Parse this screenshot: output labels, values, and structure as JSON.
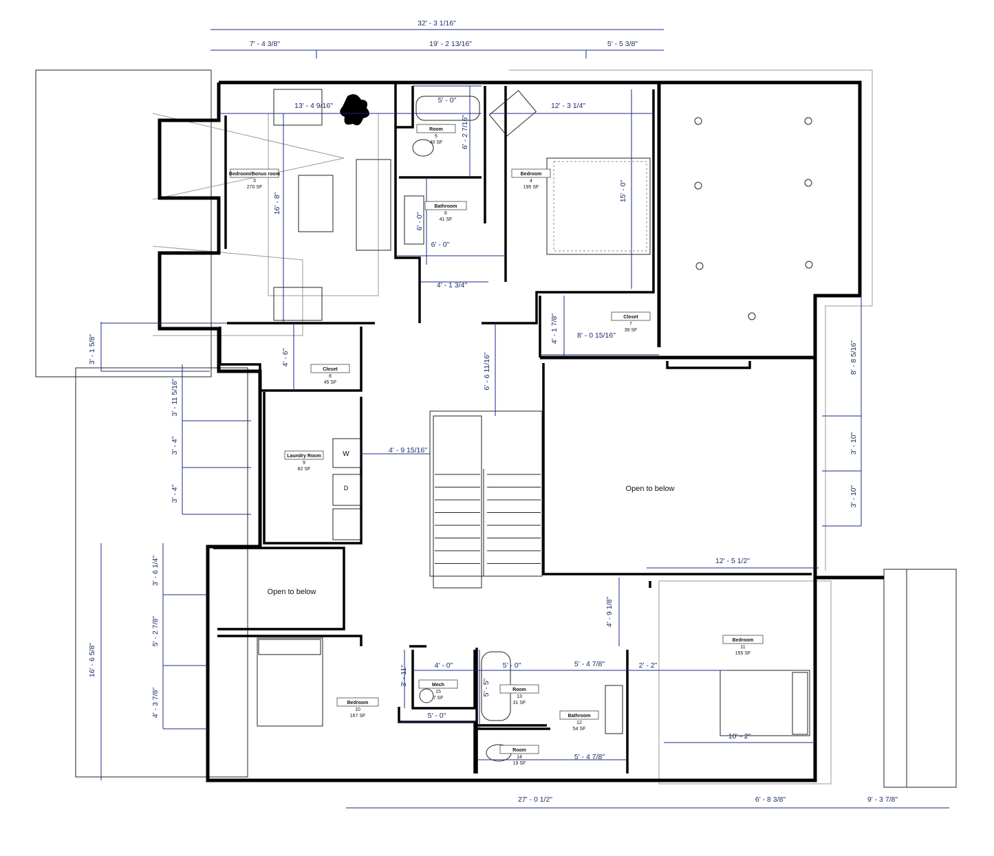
{
  "rooms": [
    {
      "name": "Bedroom/Bonus room",
      "number": "3",
      "area": "270 SF"
    },
    {
      "name": "Room",
      "number": "5",
      "area": "40 SF"
    },
    {
      "name": "Bathroom",
      "number": "6",
      "area": "41 SF"
    },
    {
      "name": "Bedroom",
      "number": "4",
      "area": "195 SF"
    },
    {
      "name": "Closet",
      "number": "7",
      "area": "39 SF"
    },
    {
      "name": "Closet",
      "number": "8",
      "area": "45 SF"
    },
    {
      "name": "Laundry Room",
      "number": "9",
      "area": "82 SF"
    },
    {
      "name": "Bedroom",
      "number": "10",
      "area": "167 SF"
    },
    {
      "name": "Mech",
      "number": "15",
      "area": "7 SF"
    },
    {
      "name": "Room",
      "number": "13",
      "area": "31 SF"
    },
    {
      "name": "Bathroom",
      "number": "12",
      "area": "54 SF"
    },
    {
      "name": "Room",
      "number": "14",
      "area": "19 SF"
    },
    {
      "name": "Bedroom",
      "number": "11",
      "area": "155 SF"
    }
  ],
  "open_labels": [
    "Open to below",
    "Open to below"
  ],
  "appliances": {
    "washer": "W",
    "dryer": "D"
  },
  "dimensions": [
    "32' - 3 1/16\"",
    "7' - 4 3/8\"",
    "19' - 2 13/16\"",
    "5' - 5 3/8\"",
    "13' - 4 9/16\"",
    "5' - 0\"",
    "6' - 2 7/16\"",
    "12' - 3 1/4\"",
    "15' - 0\"",
    "16' - 8\"",
    "6' - 0\"",
    "6' - 0\"",
    "4' - 1 3/4\"",
    "4' - 1 7/8\"",
    "8' - 0 15/16\"",
    "3' - 1 5/8\"",
    "4' - 6\"",
    "6' - 6 11/16\"",
    "3' - 11 5/16\"",
    "8' - 8 5/16\"",
    "3' - 4\"",
    "3' - 4\"",
    "4' - 9 15/16\"",
    "3' - 10\"",
    "3' - 10\"",
    "12' - 5 1/2\"",
    "3' - 6 1/4\"",
    "16' - 6 5/8\"",
    "5' - 2 7/8\"",
    "4' - 9 1/8\"",
    "4' - 3 7/8\"",
    "4' - 0\"",
    "3' - 11\"",
    "5' - 0\"",
    "5' - 5\"",
    "5' - 4 7/8\"",
    "2' - 2\"",
    "5' - 0\"",
    "5' - 4 7/8\"",
    "10' - 2\"",
    "27' - 0 1/2\"",
    "6' - 8 3/8\"",
    "9' - 3 7/8\""
  ],
  "colors": {
    "walls": "#000000",
    "dimensions": "#1a2a8a",
    "outline": "#9a9a9a"
  }
}
